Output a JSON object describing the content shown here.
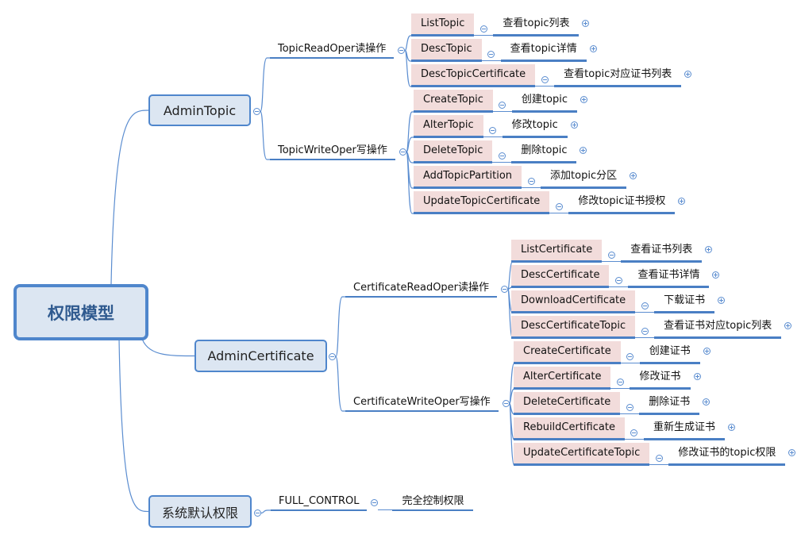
{
  "root": {
    "label": "权限模型"
  },
  "branches": [
    {
      "label": "AdminTopic",
      "groups": [
        {
          "label": "TopicReadOper读操作",
          "items": [
            {
              "name": "ListTopic",
              "desc": "查看topic列表"
            },
            {
              "name": "DescTopic",
              "desc": "查看topic详情"
            },
            {
              "name": "DescTopicCertificate",
              "desc": "查看topic对应证书列表"
            }
          ]
        },
        {
          "label": "TopicWriteOper写操作",
          "items": [
            {
              "name": "CreateTopic",
              "desc": "创建topic"
            },
            {
              "name": "AlterTopic",
              "desc": "修改topic"
            },
            {
              "name": "DeleteTopic",
              "desc": "删除topic"
            },
            {
              "name": "AddTopicPartition",
              "desc": "添加topic分区"
            },
            {
              "name": "UpdateTopicCertificate",
              "desc": "修改topic证书授权"
            }
          ]
        }
      ]
    },
    {
      "label": "AdminCertificate",
      "groups": [
        {
          "label": "CertificateReadOper读操作",
          "items": [
            {
              "name": "ListCertificate",
              "desc": "查看证书列表"
            },
            {
              "name": "DescCertificate",
              "desc": "查看证书详情"
            },
            {
              "name": "DownloadCertificate",
              "desc": "下载证书"
            },
            {
              "name": "DescCertificateTopic",
              "desc": "查看证书对应topic列表"
            }
          ]
        },
        {
          "label": "CertificateWriteOper写操作",
          "items": [
            {
              "name": "CreateCertificate",
              "desc": "创建证书"
            },
            {
              "name": "AlterCertificate",
              "desc": "修改证书"
            },
            {
              "name": "DeleteCertificate",
              "desc": "删除证书"
            },
            {
              "name": "RebuildCertificate",
              "desc": "重新生成证书"
            },
            {
              "name": "UpdateCertificateTopic",
              "desc": "修改证书的topic权限"
            }
          ]
        }
      ]
    },
    {
      "label": "系统默认权限",
      "groups": [
        {
          "label": "FULL_CONTROL",
          "desc": "完全控制权限",
          "items": []
        }
      ]
    }
  ],
  "colors": {
    "line": "#5b8dd0",
    "node_fill": "#dce6f2",
    "leaf_fill": "#f2dcdb",
    "text_root": "#2f5a8f"
  }
}
